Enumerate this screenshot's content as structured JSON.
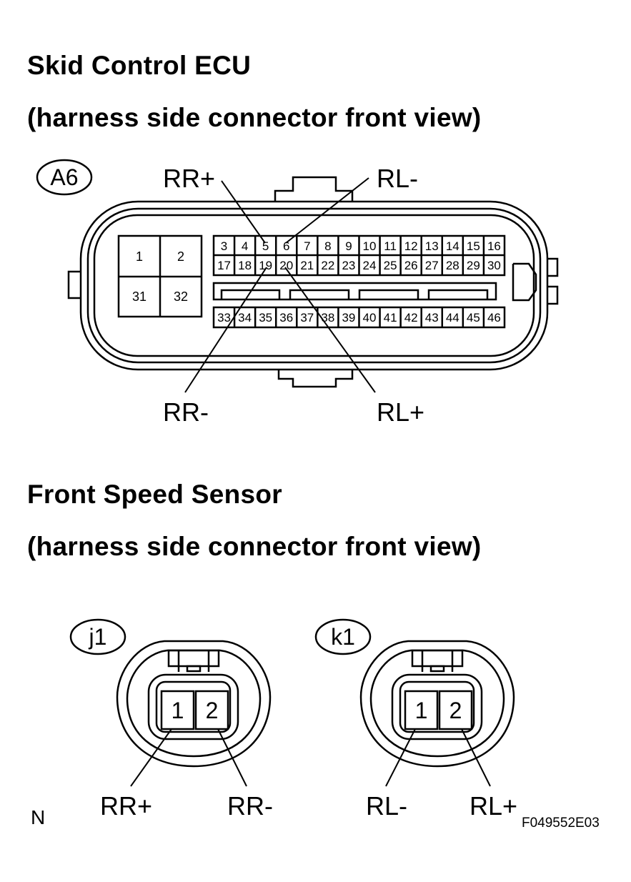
{
  "ecu": {
    "title": "Skid Control ECU",
    "subtitle": "(harness side connector front view)",
    "connector_id": "A6",
    "large_pins": [
      "1",
      "2",
      "31",
      "32"
    ],
    "pin_rows": [
      [
        "3",
        "4",
        "5",
        "6",
        "7",
        "8",
        "9",
        "10",
        "11",
        "12",
        "13",
        "14",
        "15",
        "16"
      ],
      [
        "17",
        "18",
        "19",
        "20",
        "21",
        "22",
        "23",
        "24",
        "25",
        "26",
        "27",
        "28",
        "29",
        "30"
      ],
      [
        "33",
        "34",
        "35",
        "36",
        "37",
        "38",
        "39",
        "40",
        "41",
        "42",
        "43",
        "44",
        "45",
        "46"
      ]
    ],
    "labels": {
      "rr_plus": "RR+",
      "rl_minus": "RL-",
      "rr_minus": "RR-",
      "rl_plus": "RL+"
    }
  },
  "sensor": {
    "title": "Front Speed Sensor",
    "subtitle": "(harness side connector front view)",
    "connectors": [
      {
        "id": "j1",
        "pins": [
          "1",
          "2"
        ],
        "labels": [
          "RR+",
          "RR-"
        ]
      },
      {
        "id": "k1",
        "pins": [
          "1",
          "2"
        ],
        "labels": [
          "RL-",
          "RL+"
        ]
      }
    ]
  },
  "corner_mark": "N",
  "figure_code": "F049552E03"
}
